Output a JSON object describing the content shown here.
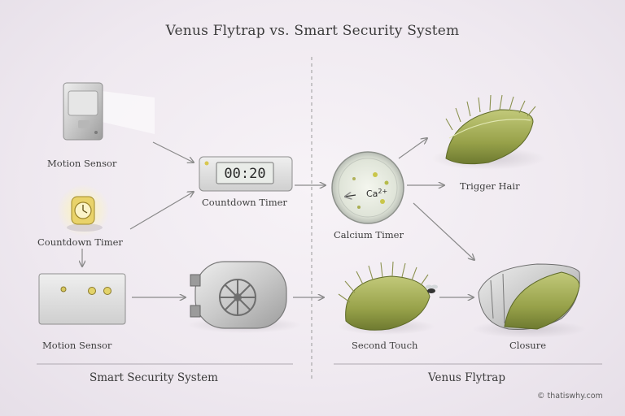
{
  "title": "Venus Flytrap vs. Smart Security System",
  "left": {
    "section_label": "Smart Security System",
    "motion_sensor_top": "Motion Sensor",
    "countdown_timer_left": "Countdown Timer",
    "countdown_timer_center": "Countdown Timer",
    "motion_sensor_bottom": "Motion Sensor",
    "timer_display": "00:20"
  },
  "right": {
    "section_label": "Venus Flytrap",
    "calcium_timer": "Calcium Timer",
    "calcium_symbol": "Ca2+",
    "trigger_hair": "Trigger Hair",
    "second_touch": "Second Touch",
    "closure": "Closure"
  },
  "credit": "© thatiswhy.com",
  "colors": {
    "background": "#f1ecf2",
    "plant_green": "#a8b35a",
    "metal": "#bdbdbd",
    "arrow": "#8a8a8a"
  }
}
